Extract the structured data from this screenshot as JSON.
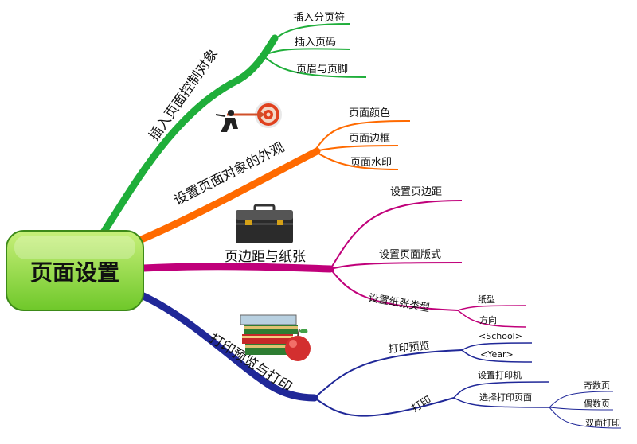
{
  "root": {
    "label": "页面设置"
  },
  "colors": {
    "green": "#1fae3a",
    "orange": "#ff6a00",
    "magenta": "#c0007a",
    "navy": "#202898",
    "root_fill_top": "#c8f07a",
    "root_fill_bottom": "#6fc82a"
  },
  "branches": [
    {
      "label": "插入页面控制对象",
      "color": "green",
      "children": [
        "插入分页符",
        "插入页码",
        "页眉与页脚"
      ]
    },
    {
      "label": "设置页面对象的外观",
      "color": "orange",
      "children": [
        "页面颜色",
        "页面边框",
        "页面水印"
      ]
    },
    {
      "label": "页边距与纸张",
      "color": "magenta",
      "children": [
        {
          "label": "设置页边距"
        },
        {
          "label": "设置页面版式"
        },
        {
          "label": "设置纸张类型",
          "children": [
            "纸型",
            "方向"
          ]
        }
      ]
    },
    {
      "label": "打印预览与打印",
      "color": "navy",
      "children": [
        {
          "label": "打印预览",
          "children": [
            "<School>",
            "<Year>"
          ]
        },
        {
          "label": "打印",
          "children": [
            {
              "label": "设置打印机"
            },
            {
              "label": "选择打印页面",
              "children": [
                "奇数页",
                "偶数页",
                "双面打印"
              ]
            }
          ]
        }
      ]
    }
  ],
  "icons": [
    "target-archer-icon",
    "briefcase-icon",
    "books-apple-icon"
  ]
}
